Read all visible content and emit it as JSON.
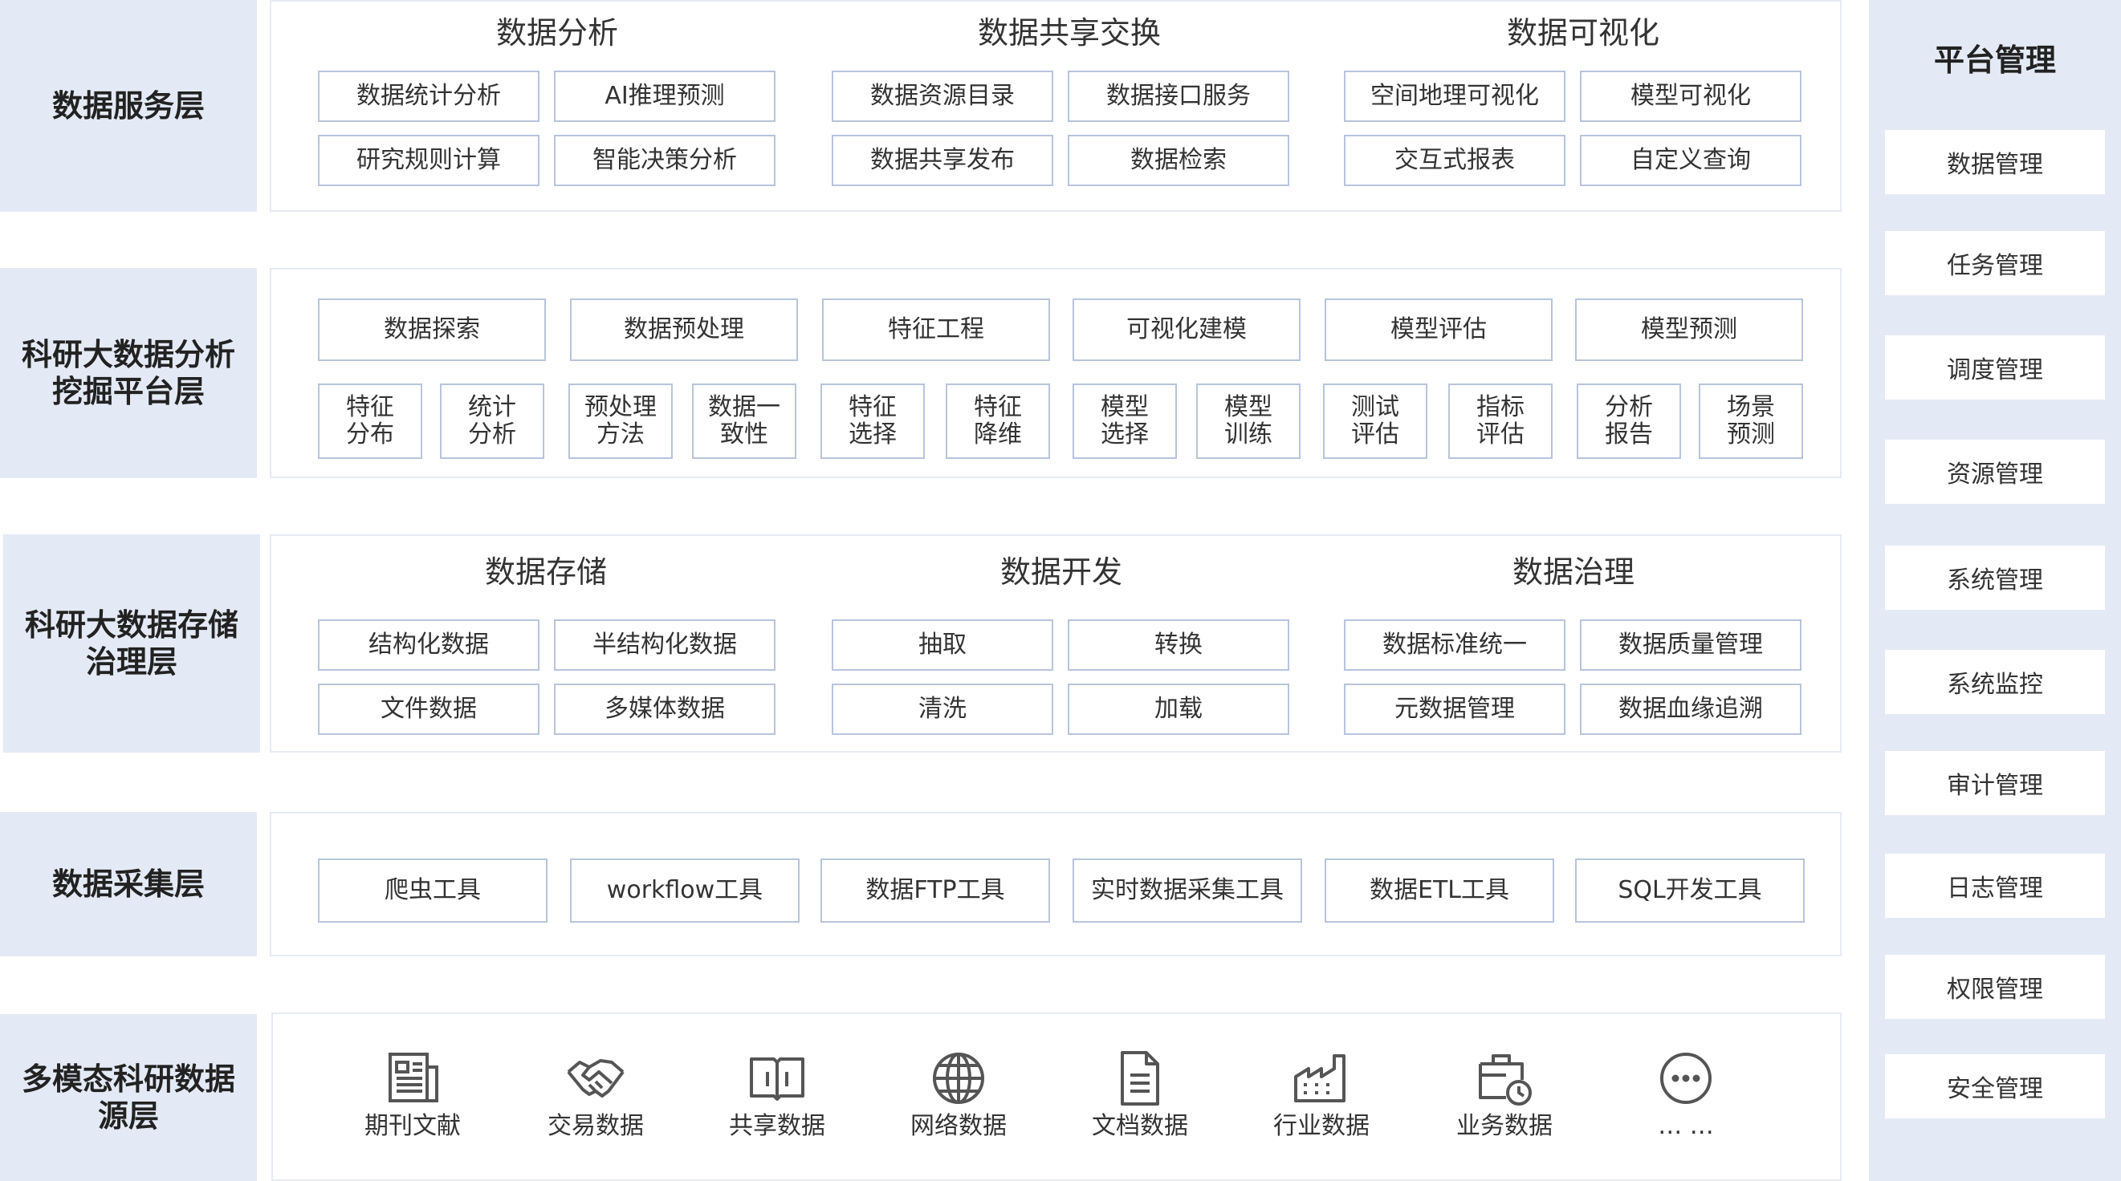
{
  "layers": [
    {
      "label": "数据服务层"
    },
    {
      "label": "科研大数据分析\n挖掘平台层"
    },
    {
      "label": "科研大数据存储\n治理层"
    },
    {
      "label": "数据采集层"
    },
    {
      "label": "多模态科研数据\n源层"
    }
  ],
  "service": {
    "groups": [
      {
        "title": "数据分析",
        "items": [
          "数据统计分析",
          "AI推理预测",
          "研究规则计算",
          "智能决策分析"
        ]
      },
      {
        "title": "数据共享交换",
        "items": [
          "数据资源目录",
          "数据接口服务",
          "数据共享发布",
          "数据检索"
        ]
      },
      {
        "title": "数据可视化",
        "items": [
          "空间地理可视化",
          "模型可视化",
          "交互式报表",
          "自定义查询"
        ]
      }
    ]
  },
  "analysis": {
    "stages": [
      "数据探索",
      "数据预处理",
      "特征工程",
      "可视化建模",
      "模型评估",
      "模型预测"
    ],
    "substeps": [
      "特征\n分布",
      "统计\n分析",
      "预处理\n方法",
      "数据一\n致性",
      "特征\n选择",
      "特征\n降维",
      "模型\n选择",
      "模型\n训练",
      "测试\n评估",
      "指标\n评估",
      "分析\n报告",
      "场景\n预测"
    ]
  },
  "storage": {
    "groups": [
      {
        "title": "数据存储",
        "items": [
          "结构化数据",
          "半结构化数据",
          "文件数据",
          "多媒体数据"
        ]
      },
      {
        "title": "数据开发",
        "items": [
          "抽取",
          "转换",
          "清洗",
          "加载"
        ]
      },
      {
        "title": "数据治理",
        "items": [
          "数据标准统一",
          "数据质量管理",
          "元数据管理",
          "数据血缘追溯"
        ]
      }
    ]
  },
  "collection": {
    "tools": [
      "爬虫工具",
      "workflow工具",
      "数据FTP工具",
      "实时数据采集工具",
      "数据ETL工具",
      "SQL开发工具"
    ]
  },
  "sources": {
    "items": [
      {
        "label": "期刊文献",
        "icon": "journal-icon"
      },
      {
        "label": "交易数据",
        "icon": "handshake-icon"
      },
      {
        "label": "共享数据",
        "icon": "open-book-icon"
      },
      {
        "label": "网络数据",
        "icon": "globe-icon"
      },
      {
        "label": "文档数据",
        "icon": "document-icon"
      },
      {
        "label": "行业数据",
        "icon": "factory-icon"
      },
      {
        "label": "业务数据",
        "icon": "briefcase-clock-icon"
      },
      {
        "label": "… …",
        "icon": "more-icon"
      }
    ]
  },
  "management": {
    "title": "平台管理",
    "items": [
      "数据管理",
      "任务管理",
      "调度管理",
      "资源管理",
      "系统管理",
      "系统监控",
      "审计管理",
      "日志管理",
      "权限管理",
      "安全管理"
    ]
  },
  "colors": {
    "label_background": "#e4eaf5",
    "box_border": "#b7c4dc",
    "panel_border": "#e6eaf2",
    "icon": "#555555"
  }
}
